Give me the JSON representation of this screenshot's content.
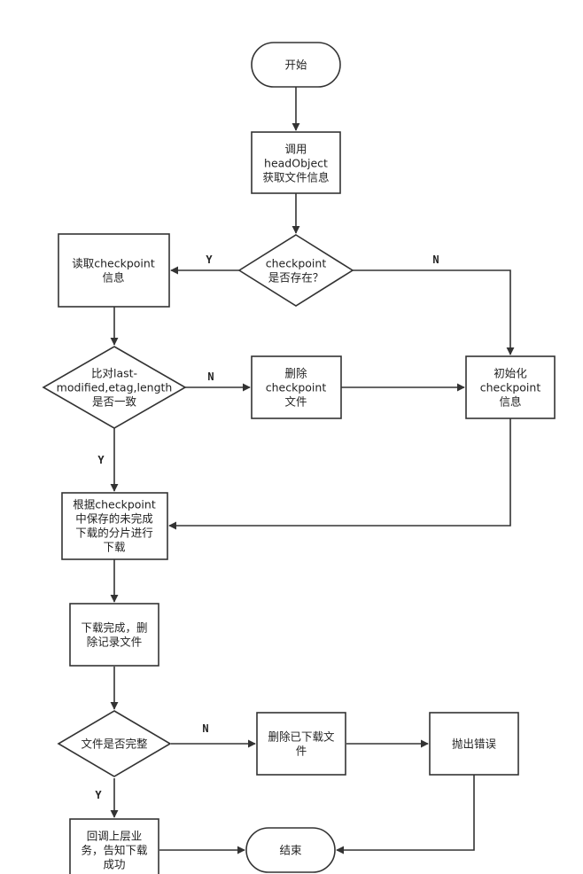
{
  "colors": {
    "stroke": "#333333",
    "fill": "#ffffff",
    "text": "#222222"
  },
  "nodes": {
    "start": {
      "lines": [
        "开始"
      ]
    },
    "head_object": {
      "lines": [
        "调用",
        "headObject",
        "获取文件信息"
      ]
    },
    "checkpoint_exists": {
      "lines": [
        "checkpoint",
        "是否存在？"
      ]
    },
    "read_checkpoint": {
      "lines": [
        "读取checkpoint",
        "信息"
      ]
    },
    "compare": {
      "lines": [
        "比对last-",
        "modified,etag,length",
        "是否一致"
      ]
    },
    "delete_checkpoint": {
      "lines": [
        "删除",
        "checkpoint",
        "文件"
      ]
    },
    "init_checkpoint": {
      "lines": [
        "初始化",
        "checkpoint",
        "信息"
      ]
    },
    "download_parts": {
      "lines": [
        "根据checkpoint",
        "中保存的未完成",
        "下载的分片进行",
        "下载"
      ]
    },
    "download_done": {
      "lines": [
        "下载完成，删",
        "除记录文件"
      ]
    },
    "file_complete": {
      "lines": [
        "文件是否完整"
      ]
    },
    "delete_downloaded": {
      "lines": [
        "删除已下载文",
        "件"
      ]
    },
    "throw_error": {
      "lines": [
        "抛出错误"
      ]
    },
    "callback": {
      "lines": [
        "回调上层业",
        "务，告知下载",
        "成功"
      ]
    },
    "end": {
      "lines": [
        "结束"
      ]
    }
  },
  "edge_labels": {
    "checkpoint_yes": "Y",
    "checkpoint_no": "N",
    "compare_no": "N",
    "compare_yes": "Y",
    "complete_no": "N",
    "complete_yes": "Y"
  }
}
